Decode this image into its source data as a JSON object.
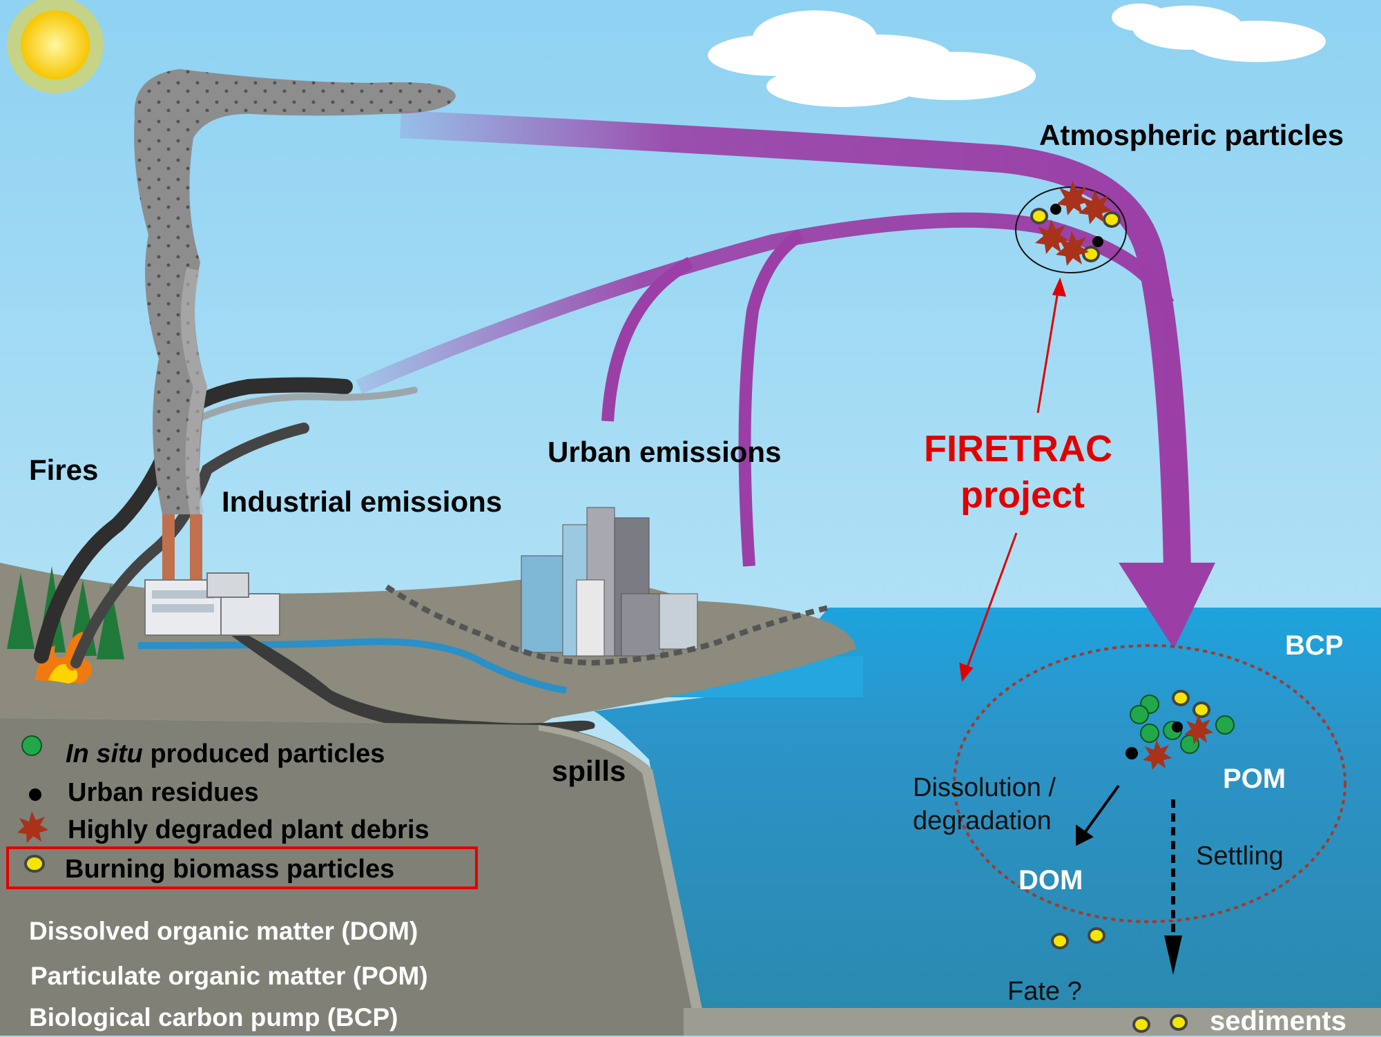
{
  "labels": {
    "fires": "Fires",
    "industrial": "Industrial emissions",
    "urban": "Urban emissions",
    "spills": "spills",
    "atmospheric": "Atmospheric particles",
    "firetrac_line1": "FIRETRAC",
    "firetrac_line2": "project",
    "bcp": "BCP",
    "pom": "POM",
    "dom": "DOM",
    "dissolution_line1": "Dissolution /",
    "dissolution_line2": "degradation",
    "settling": "Settling",
    "fate": "Fate ?",
    "sediments": "sediments"
  },
  "legend": {
    "insitu_italic": "In situ",
    "insitu_rest": "produced particles",
    "urban_residues": "Urban residues",
    "plant_debris": "Highly degraded plant debris",
    "burning_biomass": "Burning biomass particles"
  },
  "definitions": {
    "dom": "Dissolved organic matter (DOM)",
    "pom": "Particulate organic  matter (POM)",
    "bcp": "Biological carbon pump (BCP)"
  },
  "colors": {
    "sky": "#9fd8f3",
    "arrow_purple": "#9b3fa6",
    "highlight_red": "#e00000",
    "ocean": "#1f8fc4",
    "land": "#8a8a7c",
    "in_situ_particle": "#22a84a",
    "plant_debris": "#a8321a",
    "biomass_particle": "#f5e600"
  },
  "icons": [
    "sun-icon",
    "cloud-icon",
    "smoke-plume-icon",
    "factory-icon",
    "city-icon",
    "tree-icon",
    "flame-icon"
  ]
}
